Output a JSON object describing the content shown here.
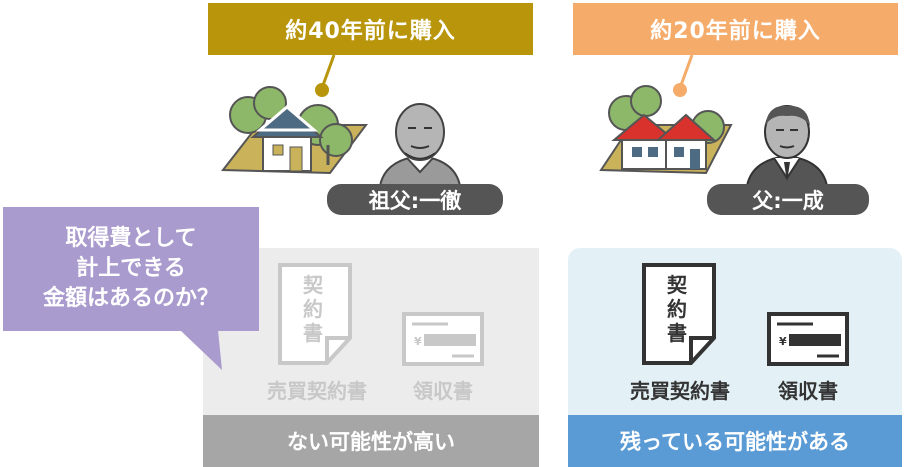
{
  "left": {
    "tag": "約40年前に購入",
    "tag_color": "#b8950a",
    "person_label": "祖父:一徹",
    "panel_footer": "ない可能性が高い",
    "footer_color": "#a6a6a6",
    "docs": {
      "contract_chars": [
        "契",
        "約",
        "書"
      ],
      "contract_label": "売買契約書",
      "receipt_label": "領収書",
      "yen": "¥"
    }
  },
  "right": {
    "tag": "約20年前に購入",
    "tag_color": "#f5ac6b",
    "person_label": "父:一成",
    "panel_footer": "残っている可能性がある",
    "footer_color": "#5b9bd5",
    "docs": {
      "contract_chars": [
        "契",
        "約",
        "書"
      ],
      "contract_label": "売買契約書",
      "receipt_label": "領収書",
      "yen": "¥"
    }
  },
  "bubble": {
    "lines": [
      "取得費として",
      "計上できる",
      "金額はあるのか？"
    ],
    "color": "#a99bcd"
  },
  "icons": [
    "house-with-trees-icon",
    "grandfather-icon",
    "father-icon",
    "contract-document-icon",
    "receipt-icon"
  ]
}
